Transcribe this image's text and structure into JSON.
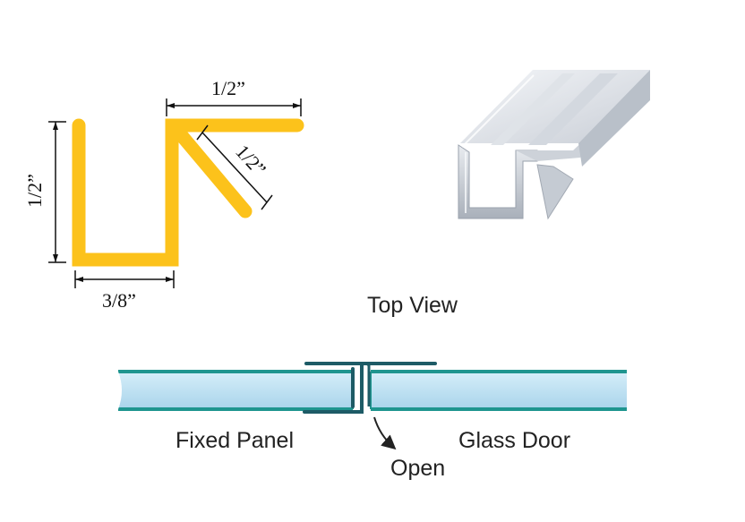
{
  "profile": {
    "dim_top": "1/2”",
    "dim_diagonal": "1/2”",
    "dim_left": "1/2”",
    "dim_bottom": "3/8”",
    "color": "#fcc21b"
  },
  "photo": {
    "name": "seal-strip-photo"
  },
  "top_view": {
    "title": "Top View",
    "left_label": "Fixed Panel",
    "right_label": "Glass Door",
    "open_label": "Open",
    "glass_color": "#c2e3f3",
    "edge_color": "#1f958f",
    "seal_color": "#1d5b66"
  }
}
